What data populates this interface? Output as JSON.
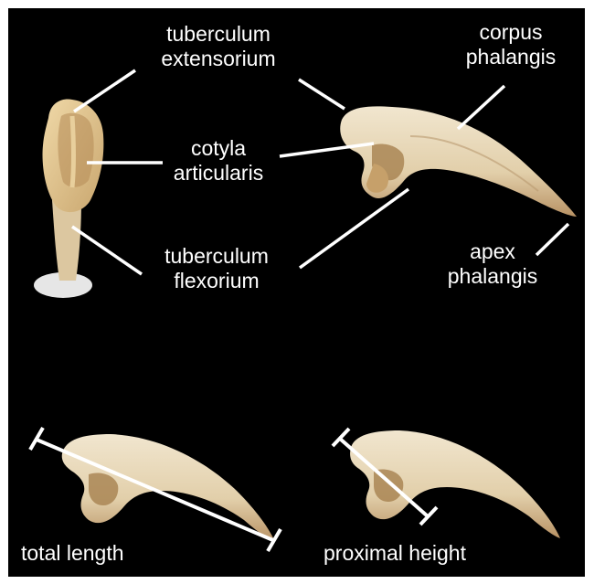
{
  "labels": {
    "tuberculum_extensorium": [
      "tuberculum",
      "extensorium"
    ],
    "corpus_phalangis": [
      "corpus",
      "phalangis"
    ],
    "cotyla_articularis": [
      "cotyla",
      "articularis"
    ],
    "tuberculum_flexorium": [
      "tuberculum",
      "flexorium"
    ],
    "apex_phalangis": [
      "apex",
      "phalangis"
    ],
    "total_length": "total length",
    "proximal_height": "proximal height"
  },
  "colors": {
    "background": "#000000",
    "bone": "#e9dcc1",
    "bone_shadow": "#c9ab7e",
    "bone_dark": "#8a6a42",
    "line": "#ffffff"
  }
}
